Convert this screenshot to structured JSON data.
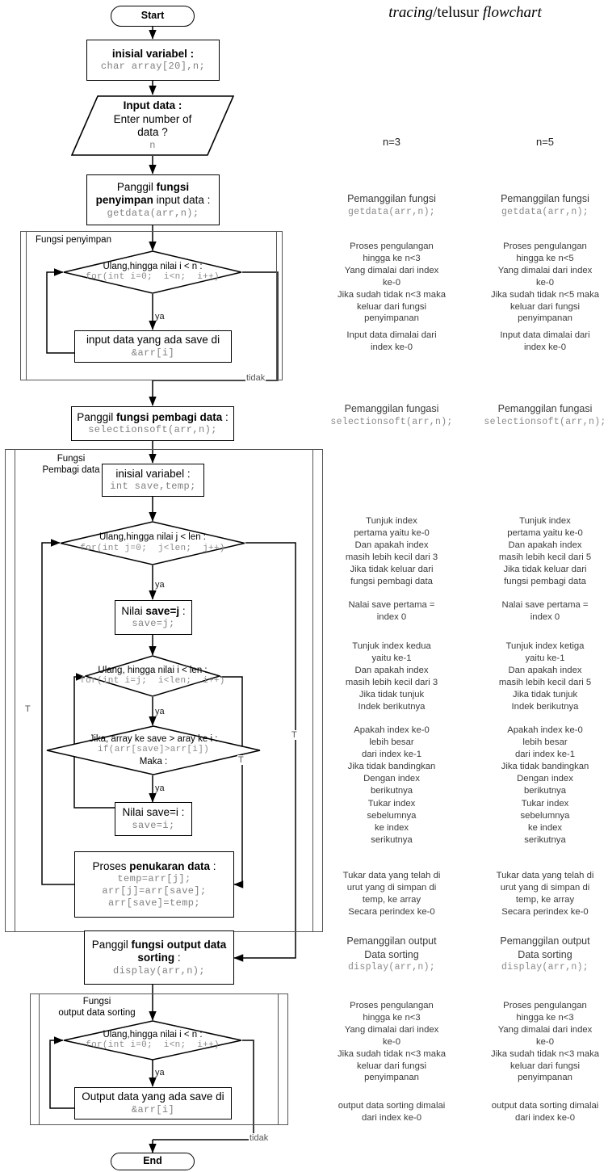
{
  "title": {
    "part1": "tracing",
    "sep": "/",
    "part2": "telusur",
    "part3": "flowchart"
  },
  "flow": {
    "start": "Start",
    "end": "End",
    "init1": {
      "title": "inisial variabel :",
      "code": "char array[20],n;"
    },
    "input": {
      "title": "Input data :",
      "line2": "Enter number of",
      "line3": "data ?",
      "code": "n"
    },
    "call_get": {
      "t1": "Panggil ",
      "b1": "fungsi",
      "t2": "penyimpan",
      "t3": " input data :",
      "code": "getdata(arr,n);"
    },
    "fn_store_label": "Fungsi penyimpan",
    "loop_i_n": {
      "title": "Ulang,hingga nilai i < n :",
      "code": "for(int i=0;  i<n;  i++)"
    },
    "input_save": {
      "title": "input data yang ada save di",
      "code": "&arr[i]"
    },
    "call_sort": {
      "t1": "Panggil ",
      "b1": "fungsi pembagi data",
      "t2": " :",
      "code": "selectionsoft(arr,n);"
    },
    "fn_sort_label_1": "Fungsi",
    "fn_sort_label_2": "Pembagi data",
    "init2": {
      "title": "inisial variabel :",
      "code": "int save,temp;"
    },
    "loop_j": {
      "title": "Ulang,hingga nilai j < len :",
      "code": "for(int j=0;  j<len;  j++)"
    },
    "save_j": {
      "t1": "Nilai ",
      "b1": "save=j",
      "t2": " :",
      "code": "save=j;"
    },
    "loop_i_len": {
      "title": "Ulang, hingga nilai i < len :",
      "code": "for(int i=j;  i<len;  i++)"
    },
    "cond": {
      "l1": "Jika, array ke save > aray ke i :",
      "code": "if(arr[save]>arr[i])",
      "l3": "Maka :"
    },
    "save_i": {
      "title": "Nilai save=i :",
      "code": "save=i;"
    },
    "swap": {
      "t1": "Proses ",
      "b1": "penukaran data",
      "t2": " :",
      "c1": "temp=arr[j];",
      "c2": "arr[j]=arr[save];",
      "c3": "arr[save]=temp;"
    },
    "call_display": {
      "t1": "Panggil ",
      "b1": "fungsi output data",
      "b2": "sorting",
      "t2": " :",
      "code": "display(arr,n);"
    },
    "fn_out_label_1": "Fungsi",
    "fn_out_label_2": "output data sorting",
    "loop_out": {
      "title": "Ulang,hingga nilai i  < n :",
      "code": "for(int i=0;  i<n;  i++)"
    },
    "output_save": {
      "title": "Output data yang ada save di",
      "code": "&arr[i]"
    },
    "label_ya": "ya",
    "label_tidak": "tidak",
    "label_T": "T"
  },
  "columns": [
    {
      "header": "n=3",
      "blocks": [
        {
          "kind": "call",
          "head": "Pemanggilan fungsi",
          "mono": "getdata(arr,n);"
        },
        {
          "kind": "text",
          "lines": [
            "Proses pengulangan",
            "hingga ke n<3",
            "Yang dimalai dari index",
            "ke-0",
            "Jika sudah tidak n<3 maka",
            "keluar dari fungsi",
            "penyimpanan"
          ]
        },
        {
          "kind": "text",
          "lines": [
            "Input data dimalai dari",
            "index ke-0"
          ]
        },
        {
          "kind": "call",
          "head": "Pemanggilan fungasi",
          "mono": "selectionsoft(arr,n);"
        },
        {
          "kind": "text",
          "lines": [
            "Tunjuk index",
            "pertama yaitu ke-0",
            "Dan apakah index",
            "masih lebih kecil dari 3",
            "Jika tidak keluar dari",
            "fungsi pembagi data"
          ]
        },
        {
          "kind": "text",
          "lines": [
            "Nalai save pertama =",
            "index 0"
          ]
        },
        {
          "kind": "text",
          "lines": [
            "Tunjuk index kedua",
            "yaitu ke-1",
            "Dan apakah index",
            "masih lebih kecil dari 3",
            "Jika tidak tunjuk",
            "Indek berikutnya"
          ]
        },
        {
          "kind": "text",
          "lines": [
            "Apakah index ke-0",
            "lebih besar",
            "dari index ke-1",
            "Jika tidak bandingkan",
            "Dengan index",
            "berikutnya"
          ]
        },
        {
          "kind": "text",
          "lines": [
            "Tukar index",
            "sebelumnya",
            "ke index",
            "serikutnya"
          ]
        },
        {
          "kind": "text",
          "lines": [
            "Tukar data yang telah di",
            "urut yang di simpan di",
            "temp, ke array",
            "Secara perindex ke-0"
          ]
        },
        {
          "kind": "call2",
          "head1": "Pemanggilan output",
          "head2": "Data sorting",
          "mono": "display(arr,n);"
        },
        {
          "kind": "text",
          "lines": [
            "Proses pengulangan",
            "hingga ke n<3",
            "Yang dimalai dari index",
            "ke-0",
            "Jika sudah tidak n<3 maka",
            "keluar dari fungsi",
            "penyimpanan"
          ]
        },
        {
          "kind": "text",
          "lines": [
            "output data sorting dimalai",
            "dari index ke-0"
          ]
        }
      ]
    },
    {
      "header": "n=5",
      "blocks": [
        {
          "kind": "call",
          "head": "Pemanggilan fungsi",
          "mono": "getdata(arr,n);"
        },
        {
          "kind": "text",
          "lines": [
            "Proses pengulangan",
            "hingga ke n<5",
            "Yang dimalai dari index",
            "ke-0",
            "Jika sudah tidak n<5 maka",
            "keluar dari fungsi",
            "penyimpanan"
          ]
        },
        {
          "kind": "text",
          "lines": [
            "Input data dimalai dari",
            "index ke-0"
          ]
        },
        {
          "kind": "call",
          "head": "Pemanggilan fungasi",
          "mono": "selectionsoft(arr,n);"
        },
        {
          "kind": "text",
          "lines": [
            "Tunjuk index",
            "pertama yaitu ke-0",
            "Dan apakah index",
            "masih lebih kecil dari 5",
            "Jika tidak keluar dari",
            "fungsi pembagi data"
          ]
        },
        {
          "kind": "text",
          "lines": [
            "Nalai save pertama =",
            "index 0"
          ]
        },
        {
          "kind": "text",
          "lines": [
            "Tunjuk index ketiga",
            "yaitu ke-1",
            "Dan apakah index",
            "masih lebih kecil dari 5",
            "Jika tidak tunjuk",
            "Indek berikutnya"
          ]
        },
        {
          "kind": "text",
          "lines": [
            "Apakah index ke-0",
            "lebih besar",
            "dari index ke-1",
            "Jika tidak bandingkan",
            "Dengan index",
            "berikutnya"
          ]
        },
        {
          "kind": "text",
          "lines": [
            "Tukar index",
            "sebelumnya",
            "ke index",
            "serikutnya"
          ]
        },
        {
          "kind": "text",
          "lines": [
            "Tukar data yang telah di",
            "urut yang di simpan di",
            "temp, ke array",
            "Secara perindex ke-0"
          ]
        },
        {
          "kind": "call2",
          "head1": "Pemanggilan output",
          "head2": "Data sorting",
          "mono": "display(arr,n);"
        },
        {
          "kind": "text",
          "lines": [
            "Proses pengulangan",
            "hingga ke n<3",
            "Yang dimalai dari index",
            "ke-0",
            "Jika sudah tidak n<3 maka",
            "keluar dari fungsi",
            "penyimpanan"
          ]
        },
        {
          "kind": "text",
          "lines": [
            "output data sorting dimalai",
            "dari index ke-0"
          ]
        }
      ]
    }
  ],
  "colLayout": {
    "x": [
      405,
      595
    ],
    "width": 160,
    "headerY": 168,
    "blockY": [
      238,
      298,
      408,
      498,
      638,
      742,
      793,
      897,
      988,
      1077,
      1157,
      1238,
      1362
    ]
  },
  "colors": {
    "frame": "#555555",
    "code": "#808080",
    "ink": "#000000",
    "annotation": "#3a3a3a"
  }
}
